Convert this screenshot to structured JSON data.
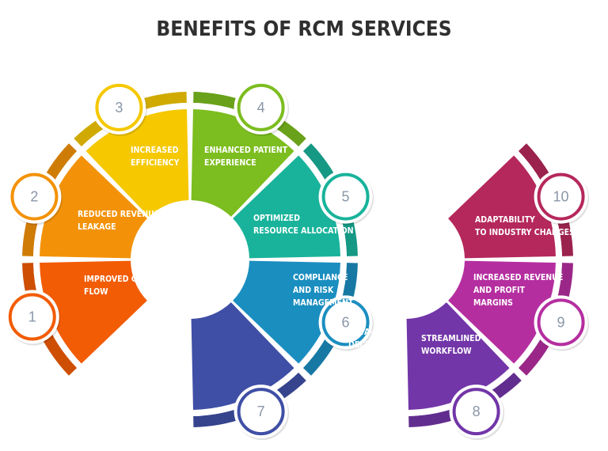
{
  "title": "BENEFITS OF RCM SERVICES",
  "items": [
    {
      "number": "1",
      "label": "IMPROVED CASH\nFLOW",
      "color": "#f25c05"
    },
    {
      "number": "2",
      "label": "REDUCED REVENUE\nLEAKAGE",
      "color": "#f39208"
    },
    {
      "number": "3",
      "label": "INCREASED\nEFFICIENCY",
      "color": "#f5c800"
    },
    {
      "number": "4",
      "label": "ENHANCED PATIENT\nEXPERIENCE",
      "color": "#7cbd1f"
    },
    {
      "number": "5",
      "label": "OPTIMIZED\nRESOURCE ALLOCATION",
      "color": "#19b39b"
    },
    {
      "number": "6",
      "label": "COMPLIANCE\nAND RISK\nMANAGEMENT",
      "color": "#1b8ec0"
    },
    {
      "number": "7",
      "label": "DATA-DRIVEN\nDECISION\nMAKING",
      "color": "#3f4fa6"
    },
    {
      "number": "8",
      "label": "STREAMLINED\nWORKFLOW",
      "color": "#7236a8"
    },
    {
      "number": "9",
      "label": "INCREASED REVENUE\nAND PROFIT\nMARGINS",
      "color": "#b52ea0"
    },
    {
      "number": "10",
      "label": "ADAPTABILITY\nTO INDUSTRY CHANGES",
      "color": "#b5285b"
    }
  ]
}
